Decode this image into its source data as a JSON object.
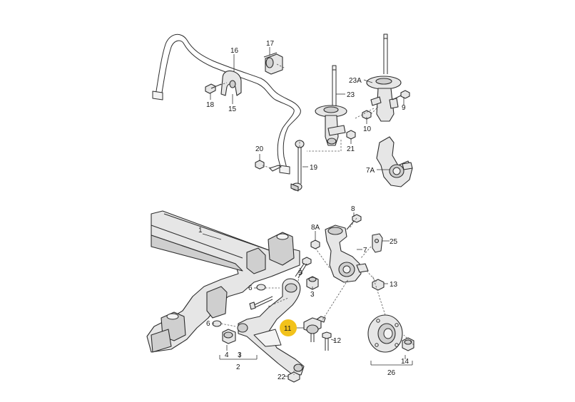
{
  "diagram": {
    "highlight_color": "#f2c21b",
    "labels": {
      "p1": "1",
      "p2": "2",
      "p3a": "3",
      "p3b": "3",
      "p4": "4",
      "p5": "5",
      "p6a": "6",
      "p6b": "6",
      "p7": "7",
      "p7a": "7A",
      "p8": "8",
      "p8a": "8A",
      "p9": "9",
      "p10": "10",
      "p11": "11",
      "p12": "12",
      "p13": "13",
      "p14": "14",
      "p15": "15",
      "p16": "16",
      "p17": "17",
      "p18": "18",
      "p19": "19",
      "p20": "20",
      "p21": "21",
      "p22": "22",
      "p23": "23",
      "p23a": "23A",
      "p25": "25",
      "p26": "26"
    }
  }
}
